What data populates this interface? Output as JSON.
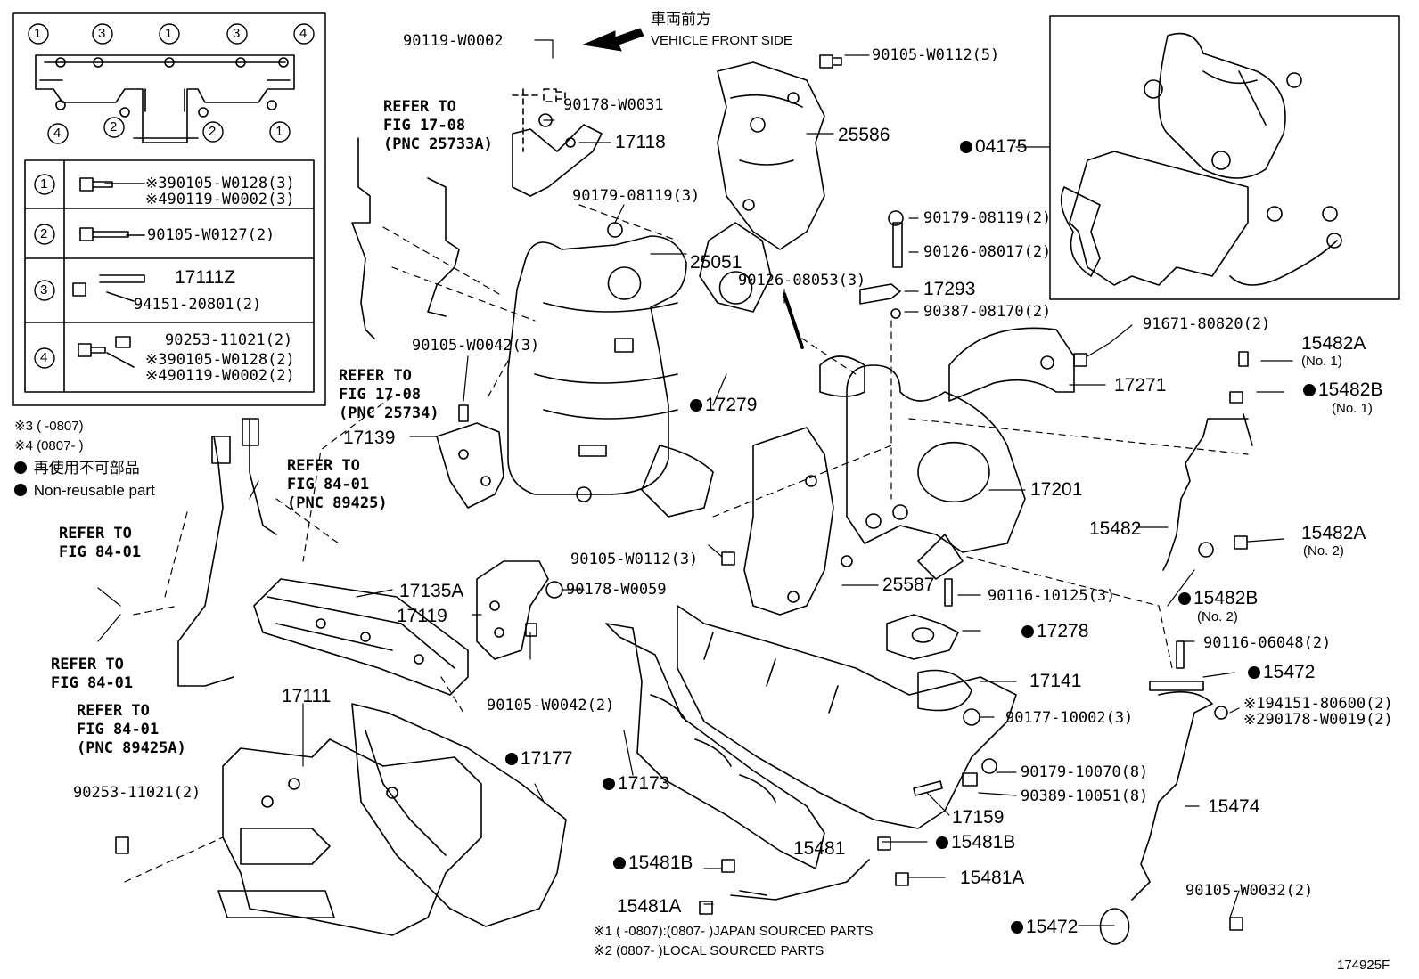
{
  "figure_id": "174925F",
  "direction": {
    "jp": "車両前方",
    "en": "VEHICLE FRONT SIDE"
  },
  "legend": {
    "note3": "※3 (      -0807)",
    "note4": "※4 (0807-      )",
    "nonreuse_jp": "再使用不可部品",
    "nonreuse_en": "Non-reusable part"
  },
  "inset_top_numbers": [
    "1",
    "3",
    "1",
    "3",
    "4"
  ],
  "inset_bottom_numbers": [
    "4",
    "2",
    "2",
    "1"
  ],
  "fastener_table": [
    {
      "num": "1",
      "lines": [
        "※390105-W0128(3)",
        "※490119-W0002(3)"
      ]
    },
    {
      "num": "2",
      "lines": [
        "90105-W0127(2)"
      ]
    },
    {
      "num": "3",
      "lines": [
        "17111Z",
        "94151-20801(2)"
      ]
    },
    {
      "num": "4",
      "lines": [
        "90253-11021(2)",
        "※390105-W0128(2)",
        "※490119-W0002(2)"
      ]
    }
  ],
  "refer": {
    "r1": [
      "REFER TO",
      "FIG 17-08",
      "(PNC 25733A)"
    ],
    "r2": [
      "REFER TO",
      "FIG 17-08",
      "(PNC 25734)"
    ],
    "r3": [
      "REFER TO",
      "FIG 84-01",
      "(PNC 89425)"
    ],
    "r4": [
      "REFER TO",
      "FIG 84-01"
    ],
    "r5": [
      "REFER TO",
      "FIG 84-01"
    ],
    "r6": [
      "REFER TO",
      "FIG 84-01",
      "(PNC 89425A)"
    ]
  },
  "parts": {
    "p_90119_w0002": "90119-W0002",
    "p_90178_w0031": "90178-W0031",
    "p_17118": "17118",
    "p_90179_08119_3": "90179-08119(3)",
    "p_25051": "25051",
    "p_90105_w0042_3": "90105-W0042(3)",
    "p_17139": "17139",
    "p_90105_w0112_5": "90105-W0112(5)",
    "p_25586": "25586",
    "p_04175": "04175",
    "p_90179_08119_2": "90179-08119(2)",
    "p_90126_08017_2": "90126-08017(2)",
    "p_90126_08053_3": "90126-08053(3)",
    "p_17293": "17293",
    "p_90387_08170_2": "90387-08170(2)",
    "p_91671_80820_2": "91671-80820(2)",
    "p_15482a_1": "15482A",
    "p_15482a_1_no": "(No. 1)",
    "p_15482b_1": "15482B",
    "p_15482b_1_no": "(No. 1)",
    "p_17271": "17271",
    "p_17279": "17279",
    "p_17201": "17201",
    "p_15482": "15482",
    "p_15482a_2": "15482A",
    "p_15482a_2_no": "(No. 2)",
    "p_15482b_2": "15482B",
    "p_15482b_2_no": "(No. 2)",
    "p_90105_w0112_3": "90105-W0112(3)",
    "p_25587": "25587",
    "p_90116_10125_3": "90116-10125(3)",
    "p_17135a": "17135A",
    "p_17119": "17119",
    "p_90178_w0059": "90178-W0059",
    "p_17278": "17278",
    "p_90116_06048_2": "90116-06048(2)",
    "p_15472_a": "15472",
    "p_90105_w0042_2": "90105-W0042(2)",
    "p_17141": "17141",
    "p_194151_80600_2": "※194151-80600(2)",
    "p_290178_w0019_2": "※290178-W0019(2)",
    "p_17111": "17111",
    "p_17177": "17177",
    "p_90177_10002_3": "90177-10002(3)",
    "p_90179_10070_8": "90179-10070(8)",
    "p_90389_10051_8": "90389-10051(8)",
    "p_17173": "17173",
    "p_15474": "15474",
    "p_90253_11021_2": "90253-11021(2)",
    "p_17159": "17159",
    "p_15481b_a": "15481B",
    "p_15481": "15481",
    "p_15481b_b": "15481B",
    "p_15481a_a": "15481A",
    "p_90105_w0032_2": "90105-W0032(2)",
    "p_15481a_b": "15481A",
    "p_15472_b": "15472"
  },
  "footnotes": {
    "f1": "※1 (      -0807):(0807-      )JAPAN SOURCED PARTS",
    "f2": "※2 (0807-      )LOCAL SOURCED PARTS"
  }
}
